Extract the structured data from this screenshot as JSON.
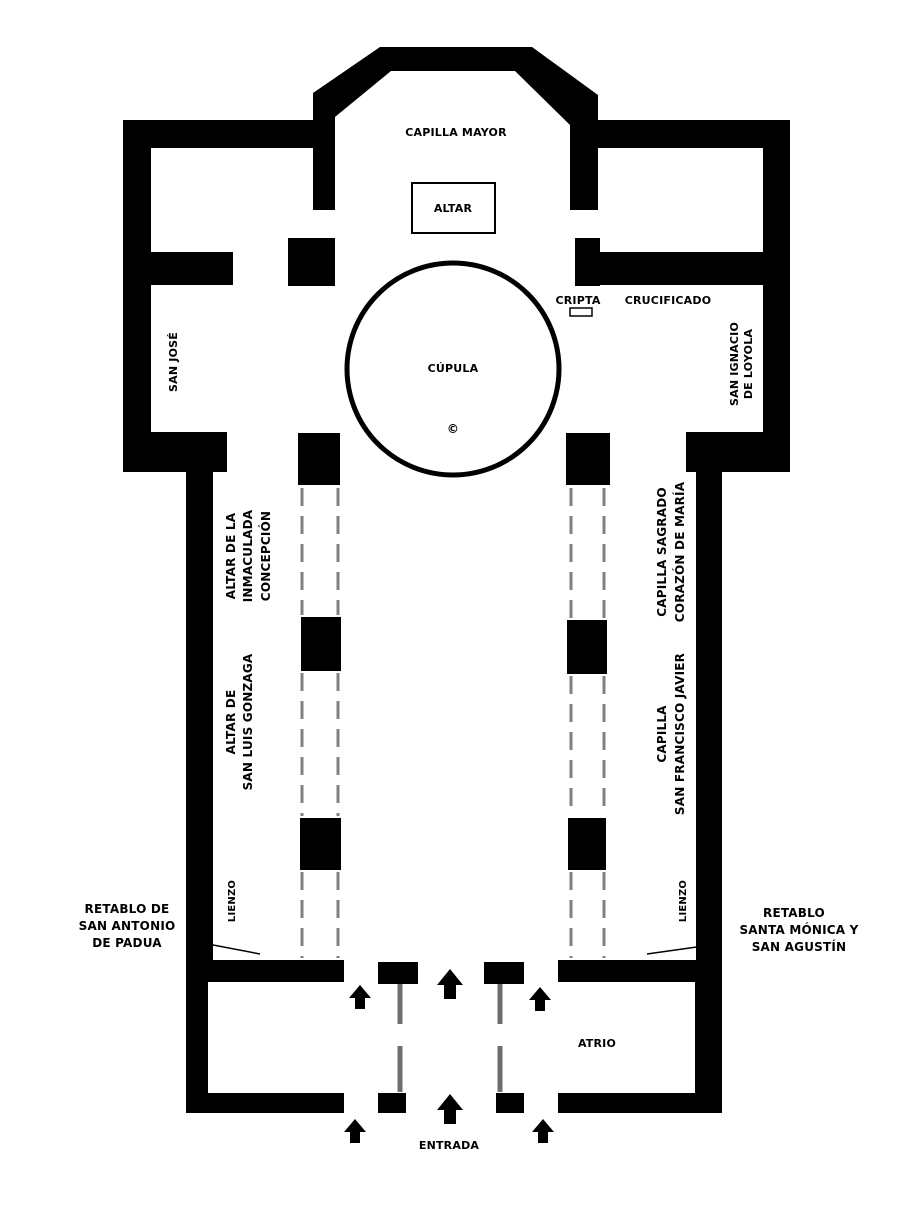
{
  "labels": {
    "capilla_mayor": "CAPILLA MAYOR",
    "altar": "ALTAR",
    "cripta": "CRIPTA",
    "crucificado": "CRUCIFICADO",
    "san_jose": "SAN JOSÉ",
    "san_ignacio_1": "SAN IGNACIO",
    "san_ignacio_2": "DE LOYOLA",
    "cupula": "CÚPULA",
    "copyright": "©",
    "inmaculada_1": "ALTAR DE LA",
    "inmaculada_2": "INMACULADA",
    "inmaculada_3": "CONCEPCIÓN",
    "sagrado_1": "CAPILLA SAGRADO",
    "sagrado_2": "CORAZÓN DE MARÍA",
    "gonzaga_1": "ALTAR DE",
    "gonzaga_2": "SAN LUIS GONZAGA",
    "javier_1": "CAPILLA",
    "javier_2": "SAN FRANCISCO JAVIER",
    "lienzo_left": "LIENZO",
    "lienzo_right": "LIENZO",
    "padua_1": "RETABLO DE",
    "padua_2": "SAN ANTONIO",
    "padua_3": "DE PADUA",
    "monica_1": "RETABLO",
    "monica_2": "SANTA MÓNICA Y",
    "monica_3": "SAN AGUSTÍN",
    "atrio": "ATRIO",
    "entrada": "ENTRADA"
  },
  "colors": {
    "wall": "#000000",
    "background": "#ffffff",
    "dashed_line": "#808080"
  }
}
